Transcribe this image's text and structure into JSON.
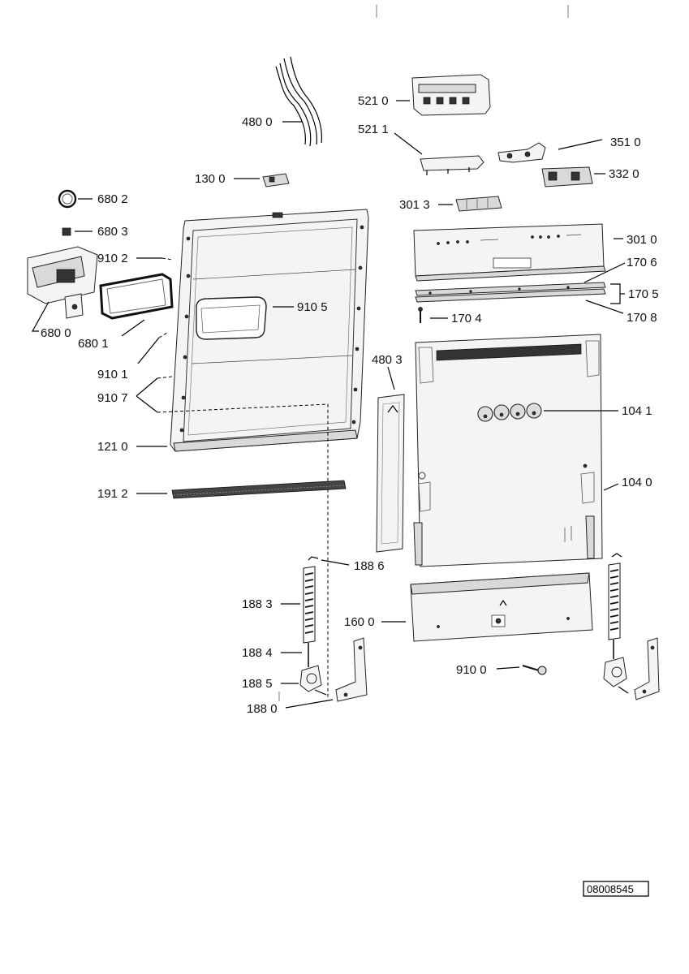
{
  "diagram": {
    "document_code": "08008545",
    "callouts": {
      "c4800": "480 0",
      "c5210": "521 0",
      "c5211": "521 1",
      "c3510": "351 0",
      "c3320": "332 0",
      "c1300": "130 0",
      "c3013": "301 3",
      "c6802": "680 2",
      "c6803": "680 3",
      "c3010": "301 0",
      "c9102": "910 2",
      "c1706": "170 6",
      "c1705": "170 5",
      "c9105": "910 5",
      "c6800": "680 0",
      "c6801": "680 1",
      "c1704": "170 4",
      "c1708": "170 8",
      "c9101": "910 1",
      "c4803": "480 3",
      "c9107": "910 7",
      "c1041": "104 1",
      "c1210": "121 0",
      "c1040": "104 0",
      "c1912": "191 2",
      "c1886": "188 6",
      "c1883": "188 3",
      "c1600": "160 0",
      "c1884": "188 4",
      "c9100": "910 0",
      "c1885": "188 5",
      "c1880": "188 0"
    }
  }
}
